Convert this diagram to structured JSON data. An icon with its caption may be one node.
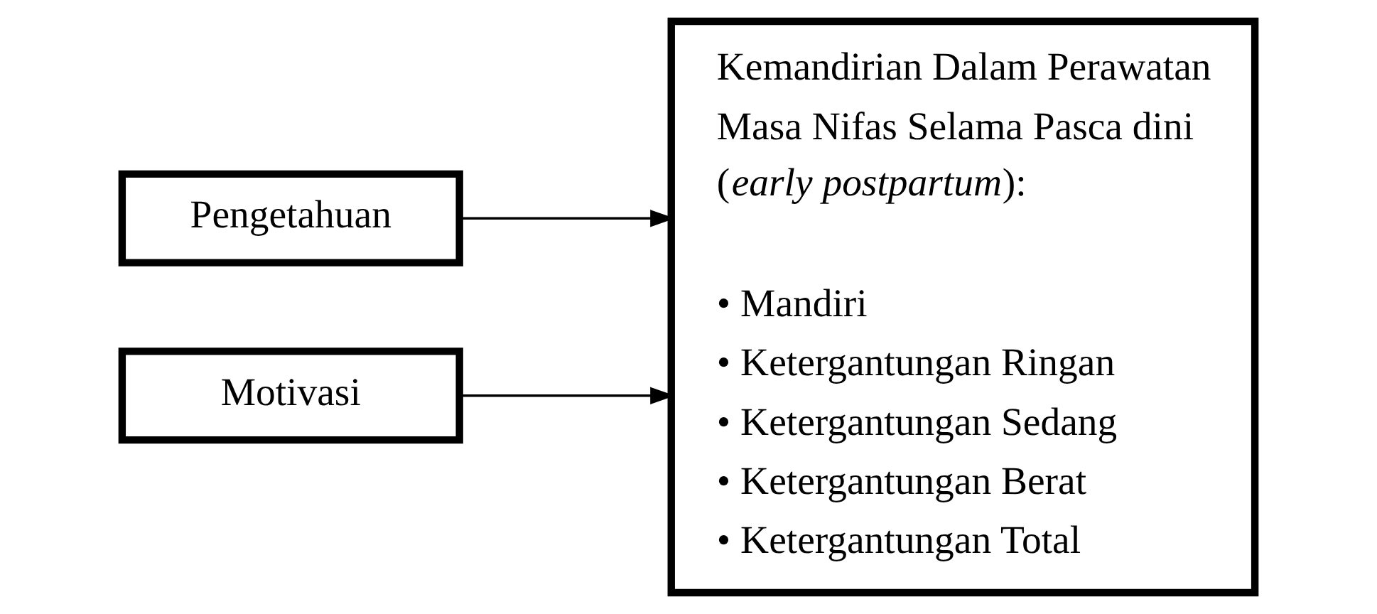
{
  "diagram": {
    "nodes": [
      {
        "text": [
          "Pengetahuan"
        ]
      },
      {
        "text": [
          "Motivasi"
        ]
      },
      {
        "text": [
          "Kemandirian Dalam Perawatan Masa Nifas Selama Pasca dini (*early postpartum*):",
          "• Mandiri",
          "• Ketergantungan Ringan",
          "• Ketergantungan Sedang",
          "• Ketergantungan Berat",
          "• Ketergantungan Total"
        ]
      }
    ],
    "edges": [
      {
        "from": 0,
        "to": 2,
        "arrow": "to"
      },
      {
        "from": 1,
        "to": 2,
        "arrow": "to"
      }
    ]
  }
}
